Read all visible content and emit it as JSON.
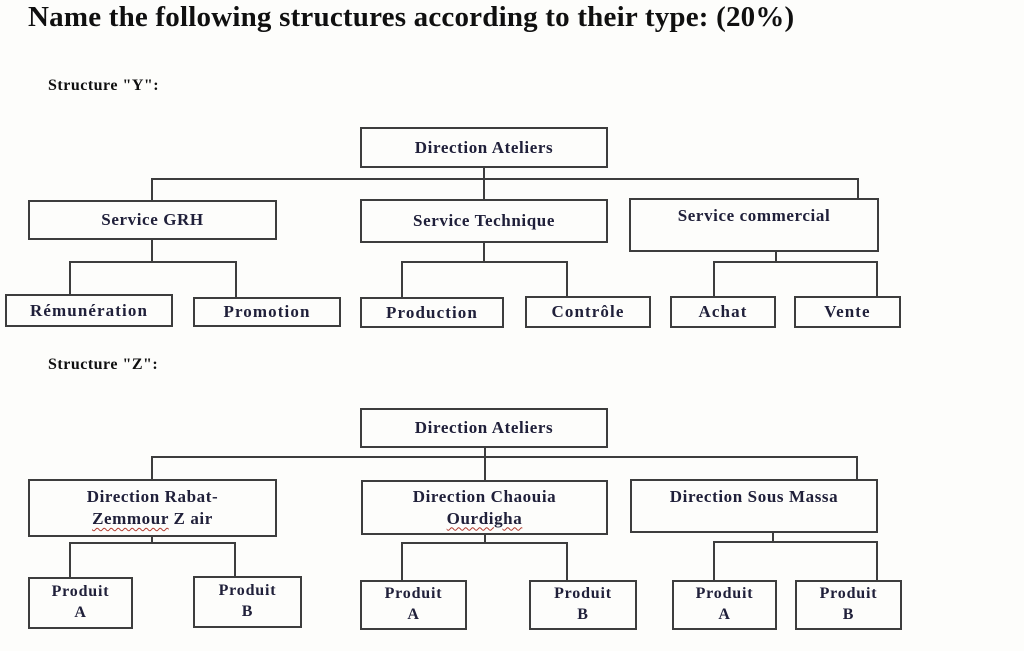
{
  "title": "Name the following structures according to their type: (20%)",
  "structure_y": {
    "label": "Structure \"Y\":",
    "root": "Direction Ateliers",
    "level2": [
      "Service GRH",
      "Service Technique",
      "Service commercial"
    ],
    "level3": [
      "Rémunération",
      "Promotion",
      "Production",
      "Contrôle",
      "Achat",
      "Vente"
    ]
  },
  "structure_z": {
    "label": "Structure \"Z\":",
    "root": "Direction Ateliers",
    "level2": [
      {
        "line1": "Direction Rabat-",
        "misspelled": "Zemmour",
        "rest": " Z air"
      },
      {
        "line1": "Direction Chaouia",
        "misspelled": "Ourdigha",
        "rest": ""
      },
      {
        "line1": "Direction Sous Massa",
        "misspelled": "",
        "rest": ""
      }
    ],
    "level3": [
      {
        "line1": "Produit",
        "line2": "A"
      },
      {
        "line1": "Produit",
        "line2": "B"
      },
      {
        "line1": "Produit",
        "line2": "A"
      },
      {
        "line1": "Produit",
        "line2": "B"
      },
      {
        "line1": "Produit",
        "line2": "A"
      },
      {
        "line1": "Produit",
        "line2": "B"
      }
    ]
  },
  "colors": {
    "box_border": "#3d3d3d",
    "box_text": "#20203a",
    "title_text": "#101010",
    "spellcheck_underline": "#b03a2e"
  }
}
